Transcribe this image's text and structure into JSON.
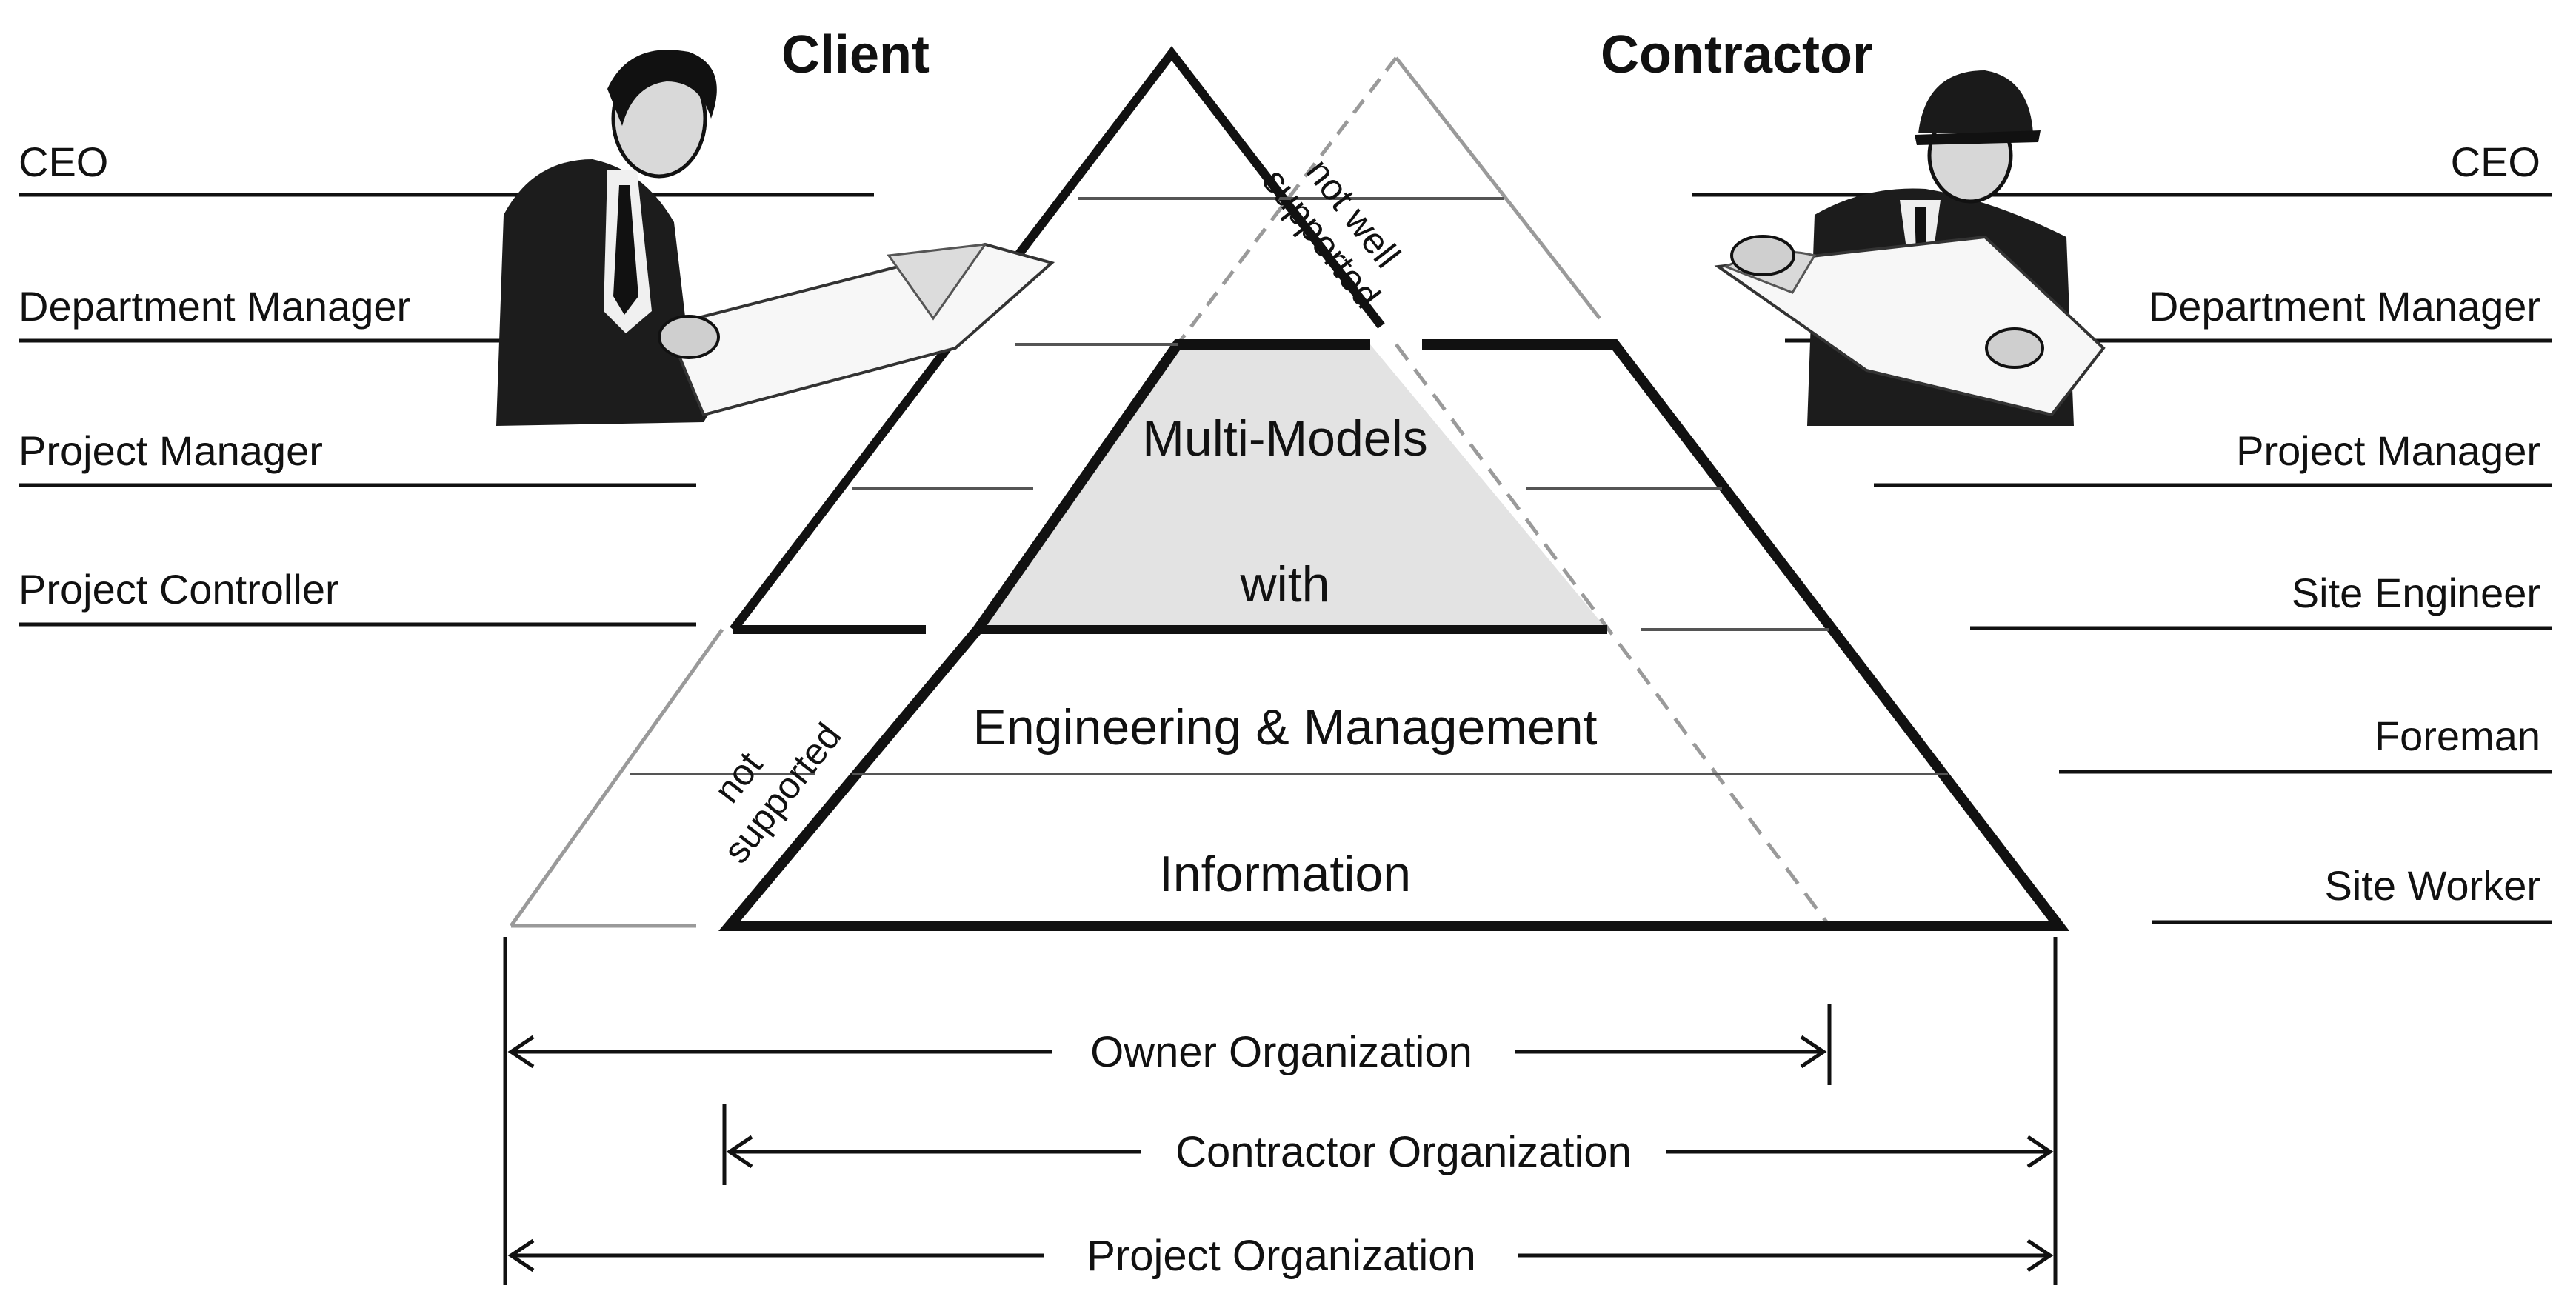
{
  "client": {
    "title": "Client",
    "roles": [
      "CEO",
      "Department Manager",
      "Project Manager",
      "Project Controller"
    ]
  },
  "contractor": {
    "title": "Contractor",
    "roles": [
      "CEO",
      "Department Manager",
      "Project Manager",
      "Site Engineer",
      "Foreman",
      "Site Worker"
    ]
  },
  "pyramid": {
    "layers": [
      "Multi-Models",
      "with",
      "Engineering & Management",
      "Information"
    ],
    "client_gap_note": [
      "not",
      "supported"
    ],
    "contractor_gap_note": [
      "not well",
      "supported"
    ]
  },
  "organizations": [
    "Owner Organization",
    "Contractor Organization",
    "Project Organization"
  ],
  "figures": {
    "client_figure": "businessman-reading-plans",
    "contractor_figure": "hardhat-worker-reading-plans"
  },
  "colors": {
    "fill_highlight": "#e3e3e3",
    "line": "#111111",
    "light_line": "#9a9a9a"
  }
}
